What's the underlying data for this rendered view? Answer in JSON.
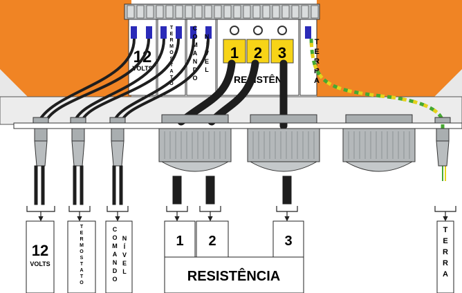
{
  "colors": {
    "enclosure": "#f08424",
    "terminal_plate": "#bfc3c4",
    "cable": "#1e1e1e",
    "gland": "#a9aeb0",
    "insulated_ferrule": "#2b2bb8",
    "phase_tag": "#f7d417",
    "earth_wire_green": "#46a832",
    "earth_wire_yellow": "#e6d21c"
  },
  "terminal_block": {
    "volts_number": "12",
    "volts_word": "VOLTS",
    "termostato": "TERMOSTATO",
    "comando": "COMANDO",
    "nivel": "NÍVEL",
    "phase_tags": [
      "1",
      "2",
      "3"
    ],
    "resistencia_partial": "RESISTÊN",
    "terra": "TERRA"
  },
  "bottom_labels": {
    "volts_number": "12",
    "volts_word": "VOLTS",
    "termostato": "TERMOSTATO",
    "comando": "COMANDO",
    "nivel": "NÍVEL",
    "phase_numbers": [
      "1",
      "2",
      "3"
    ],
    "resistencia": "RESISTÊNCIA",
    "terra": "TERRA"
  }
}
